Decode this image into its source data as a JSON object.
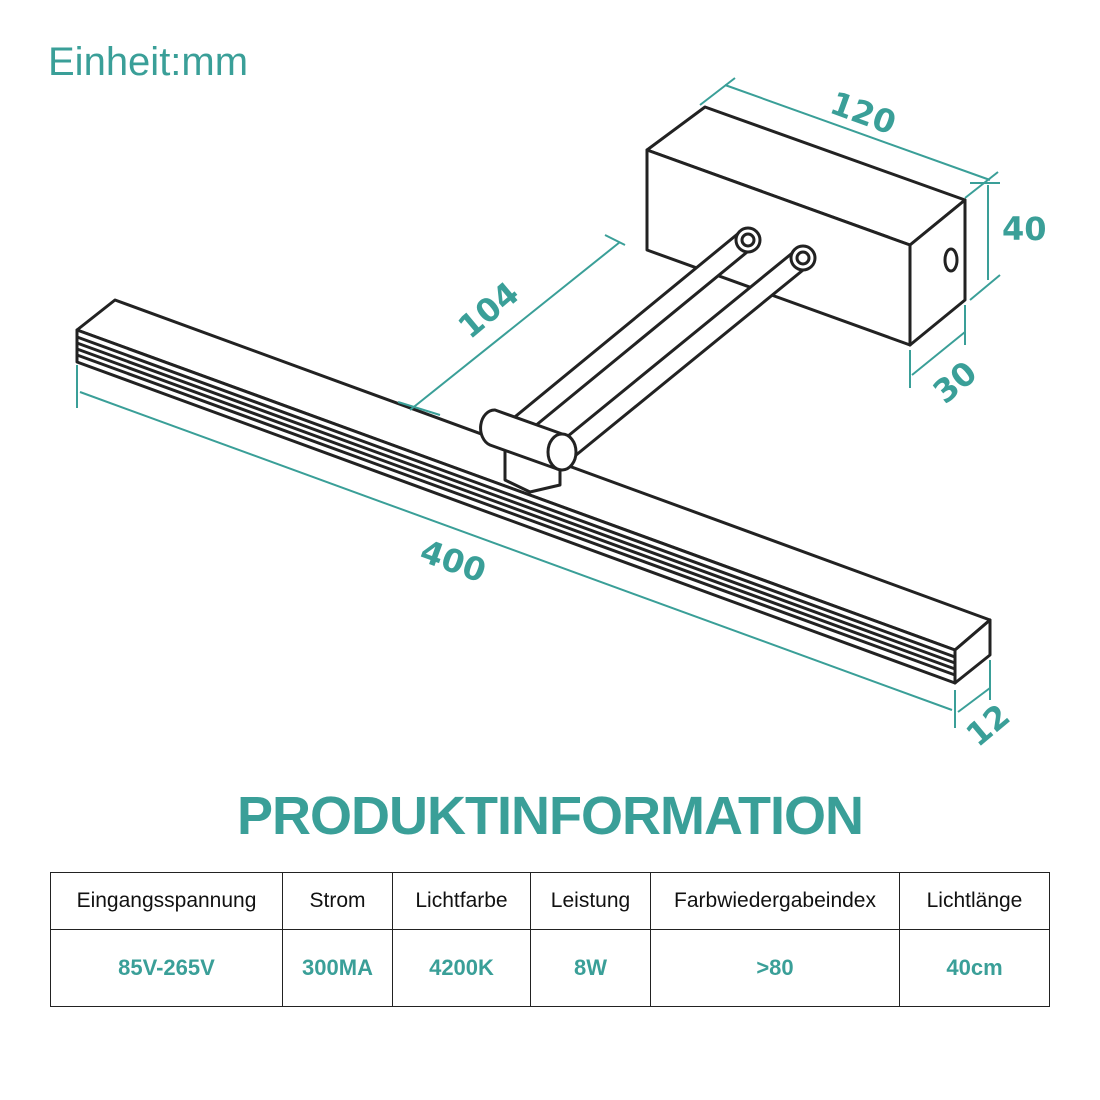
{
  "unit_label": "Einheit:mm",
  "dimensions": {
    "box_length": "120",
    "box_height": "40",
    "box_depth": "30",
    "arm_length": "104",
    "bar_length": "400",
    "bar_depth": "12"
  },
  "title": "PRODUKTINFORMATION",
  "table": {
    "headers": [
      "Eingangsspannung",
      "Strom",
      "Lichtfarbe",
      "Leistung",
      "Farbwiedergabeindex",
      "Lichtlänge"
    ],
    "values": [
      "85V-265V",
      "300MA",
      "4200K",
      "8W",
      ">80",
      "40cm"
    ]
  },
  "colors": {
    "accent": "#3a9f98",
    "line": "#222222"
  }
}
